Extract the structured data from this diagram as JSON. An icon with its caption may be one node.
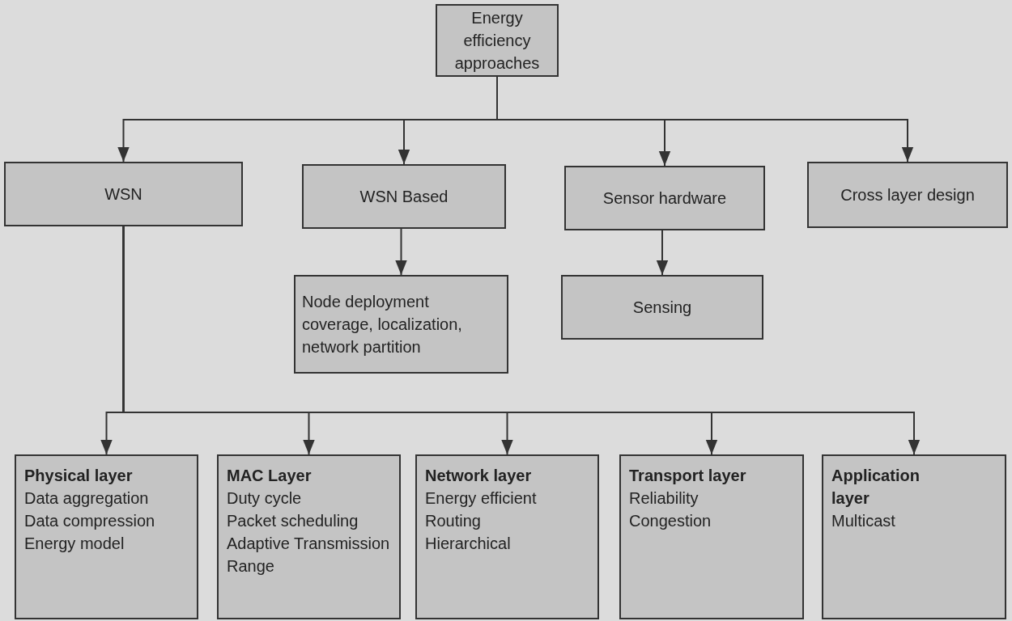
{
  "diagram": {
    "nodes": [
      {
        "text": [
          "Energy efficiency approaches"
        ]
      },
      {
        "text": [
          "WSN"
        ]
      },
      {
        "text": [
          "WSN Based"
        ]
      },
      {
        "text": [
          "Sensor hardware"
        ]
      },
      {
        "text": [
          "Cross layer design"
        ]
      },
      {
        "text": [
          "Node deployment coverage, localization, network partition"
        ]
      },
      {
        "text": [
          "Sensing"
        ]
      },
      {
        "text": [
          "Physical layer",
          "Data aggregation",
          "Data compression",
          "Energy model"
        ]
      },
      {
        "text": [
          "MAC Layer",
          "Duty cycle",
          "Packet scheduling",
          "Adaptive Transmission Range"
        ]
      },
      {
        "text": [
          "Network layer",
          "Energy efficient",
          "Routing",
          "Hierarchical"
        ]
      },
      {
        "text": [
          "Transport layer",
          "Reliability",
          "Congestion"
        ]
      },
      {
        "text": [
          "Application layer",
          "Multicast"
        ]
      }
    ],
    "edges": [
      {
        "from": 0,
        "to": 1,
        "arrow": "to"
      },
      {
        "from": 0,
        "to": 2,
        "arrow": "to"
      },
      {
        "from": 0,
        "to": 3,
        "arrow": "to"
      },
      {
        "from": 0,
        "to": 4,
        "arrow": "to"
      },
      {
        "from": 2,
        "to": 5,
        "arrow": "to"
      },
      {
        "from": 3,
        "to": 6,
        "arrow": "to"
      },
      {
        "from": 1,
        "to": 7,
        "arrow": "to"
      },
      {
        "from": 1,
        "to": 8,
        "arrow": "to"
      },
      {
        "from": 1,
        "to": 9,
        "arrow": "to"
      },
      {
        "from": 1,
        "to": 10,
        "arrow": "to"
      },
      {
        "from": 1,
        "to": 11,
        "arrow": "to"
      }
    ]
  }
}
